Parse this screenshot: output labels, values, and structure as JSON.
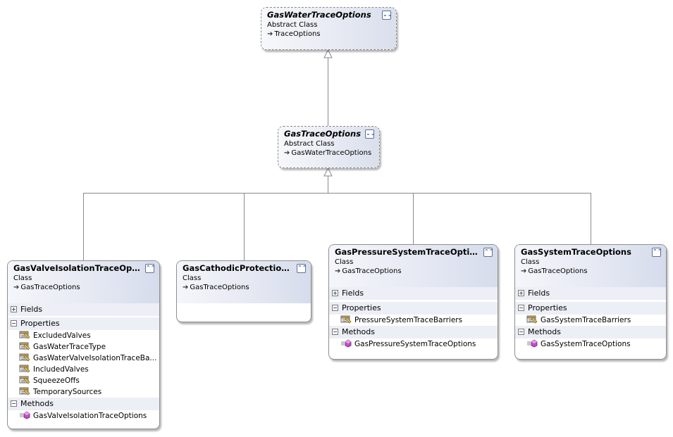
{
  "classes": {
    "gas_water_trace_options": {
      "name": "GasWaterTraceOptions",
      "kind": "Abstract Class",
      "base": "TraceOptions",
      "toggle": "⌄⌄"
    },
    "gas_trace_options": {
      "name": "GasTraceOptions",
      "kind": "Abstract Class",
      "base": "GasWaterTraceOptions",
      "toggle": "⌄⌄"
    },
    "gas_valve_isolation": {
      "name": "GasValveIsolationTraceOptions",
      "kind": "Class",
      "base": "GasTraceOptions",
      "toggle": "⌃⌃",
      "fields_label": "Fields",
      "properties_label": "Properties",
      "methods_label": "Methods",
      "properties": [
        "ExcludedValves",
        "GasWaterTraceType",
        "GasWaterValveIsolationTraceBa...",
        "IncludedValves",
        "SqueezeOffs",
        "TemporarySources"
      ],
      "methods": [
        "GasValveIsolationTraceOptions"
      ]
    },
    "gas_cathodic_protection": {
      "name": "GasCathodicProtectionTr...",
      "kind": "Class",
      "base": "GasTraceOptions",
      "toggle": "⌃⌃"
    },
    "gas_pressure_system": {
      "name": "GasPressureSystemTraceOptions",
      "kind": "Class",
      "base": "GasTraceOptions",
      "toggle": "⌃⌃",
      "fields_label": "Fields",
      "properties_label": "Properties",
      "methods_label": "Methods",
      "properties": [
        "PressureSystemTraceBarriers"
      ],
      "methods": [
        "GasPressureSystemTraceOptions"
      ]
    },
    "gas_system": {
      "name": "GasSystemTraceOptions",
      "kind": "Class",
      "base": "GasTraceOptions",
      "toggle": "⌃⌃",
      "fields_label": "Fields",
      "properties_label": "Properties",
      "methods_label": "Methods",
      "properties": [
        "GasSystemTraceBarriers"
      ],
      "methods": [
        "GasSystemTraceOptions"
      ]
    }
  },
  "symbols": {
    "expand": "+",
    "collapse": "−",
    "inherits": "➔"
  },
  "icons": {
    "property": "property-icon",
    "method": "method-icon"
  }
}
